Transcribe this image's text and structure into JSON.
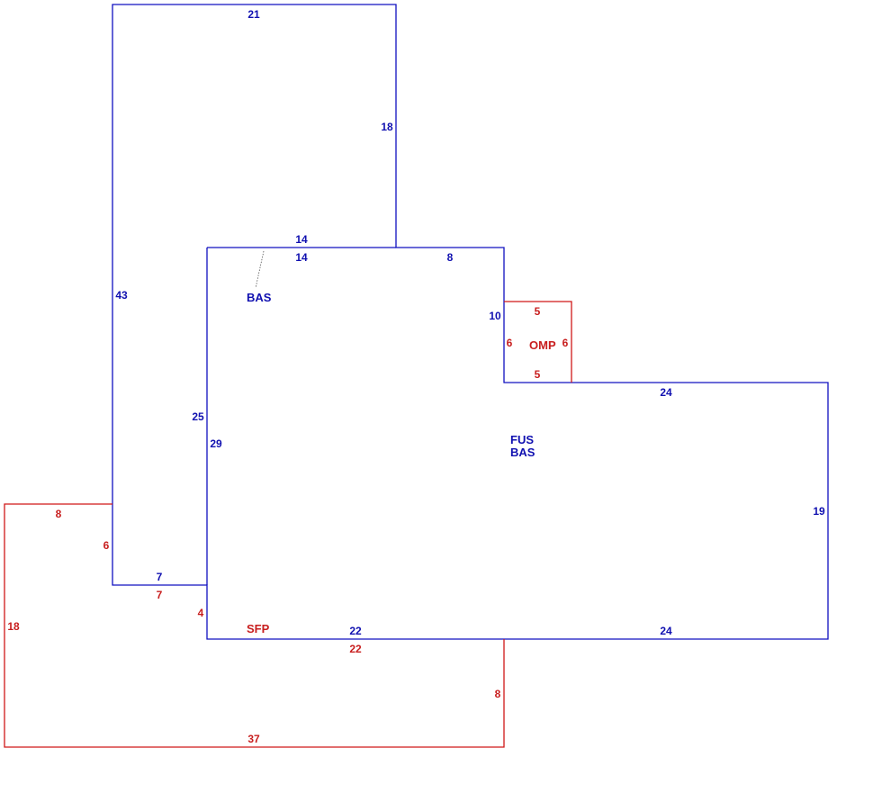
{
  "colors": {
    "main_structure": "#1010c0",
    "attached_areas": "#d01818"
  },
  "area_labels": {
    "bas_upper": "BAS",
    "fus": "FUS",
    "bas_main": "BAS",
    "omp": "OMP",
    "sfp": "SFP"
  },
  "dimensions": {
    "top_width": "21",
    "upper_right_height": "18",
    "upper_step_top": "14",
    "upper_step_bottom": "14",
    "main_top_right": "8",
    "notch_height": "10",
    "left_outer_height": "43",
    "inner_left_25": "25",
    "inner_left_29": "29",
    "ledge_blue_7": "7",
    "wing_top": "24",
    "wing_right": "19",
    "bottom_left": "22",
    "bottom_right": "24",
    "omp_top": "5",
    "omp_left": "6",
    "omp_right": "6",
    "omp_bottom": "5",
    "sfp_top": "8",
    "sfp_upper_left": "6",
    "sfp_ledge": "7",
    "sfp_small": "4",
    "sfp_outer_left": "18",
    "sfp_top_bottom": "22",
    "sfp_right": "8",
    "sfp_bottom": "37"
  }
}
